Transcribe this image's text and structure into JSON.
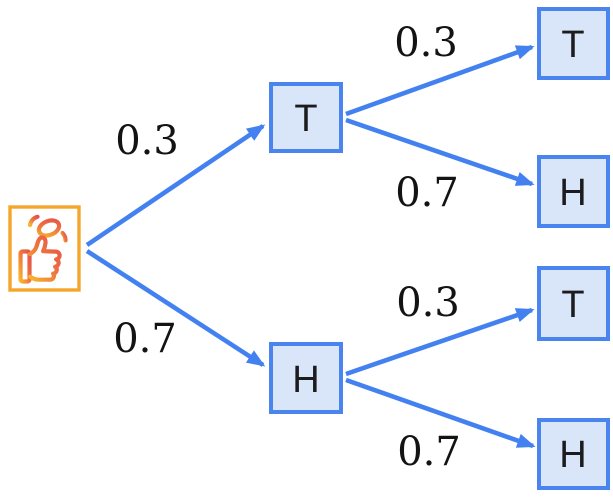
{
  "diagram": {
    "kind": "probability-tree",
    "root": {
      "icon": "coin-flip-thumb-icon"
    },
    "level1": [
      {
        "label": "T",
        "probability": "0.3"
      },
      {
        "label": "H",
        "probability": "0.7"
      }
    ],
    "level2": [
      {
        "parent": "T",
        "label": "T",
        "probability": "0.3"
      },
      {
        "parent": "T",
        "label": "H",
        "probability": "0.7"
      },
      {
        "parent": "H",
        "label": "T",
        "probability": "0.3"
      },
      {
        "parent": "H",
        "label": "H",
        "probability": "0.7"
      }
    ],
    "colors": {
      "branch_arrow": "#4381f1",
      "node_fill": "#d9e6f9",
      "node_border": "#4a84ee",
      "root_border": "#f5a62a",
      "icon_gradient_start": "#f8b62d",
      "icon_gradient_end": "#e5524a",
      "text": "#131313"
    }
  }
}
